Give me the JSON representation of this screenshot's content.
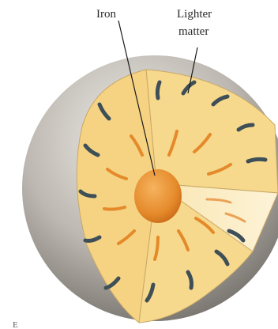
{
  "labels": {
    "iron": "Iron",
    "lighter_line1": "Lighter",
    "lighter_line2": "matter",
    "corner_fragment": "E"
  },
  "colors": {
    "sphere_light": "#e4e1dc",
    "sphere_dark": "#6f6b66",
    "cut_face": "#f7d98d",
    "cut_face_light": "#fbe9b8",
    "iron_core": "#e58a2b",
    "streak_dark": "#3f4f58",
    "streak_orange": "#e48a2a",
    "line": "#1a1a1a"
  }
}
